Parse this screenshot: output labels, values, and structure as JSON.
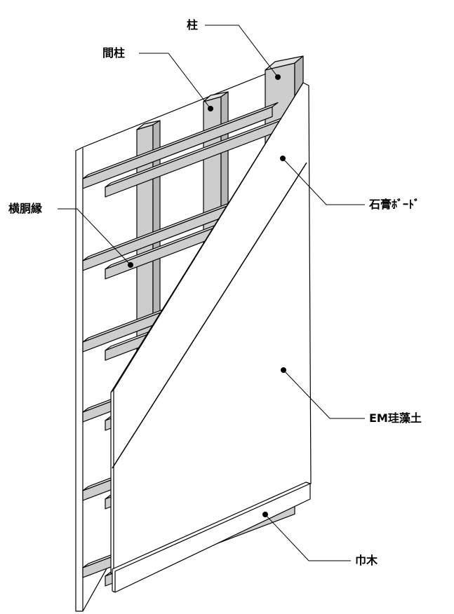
{
  "labels": {
    "column": "柱",
    "stud": "間柱",
    "furring_strip": "横胴縁",
    "gypsum_board": "石膏ﾎﾞｰﾄﾞ",
    "diatomaceous_earth": "EM珪藻土",
    "baseboard": "巾木"
  },
  "colors": {
    "wood": "#cdcdcd",
    "line": "#000000",
    "board": "#ffffff"
  }
}
